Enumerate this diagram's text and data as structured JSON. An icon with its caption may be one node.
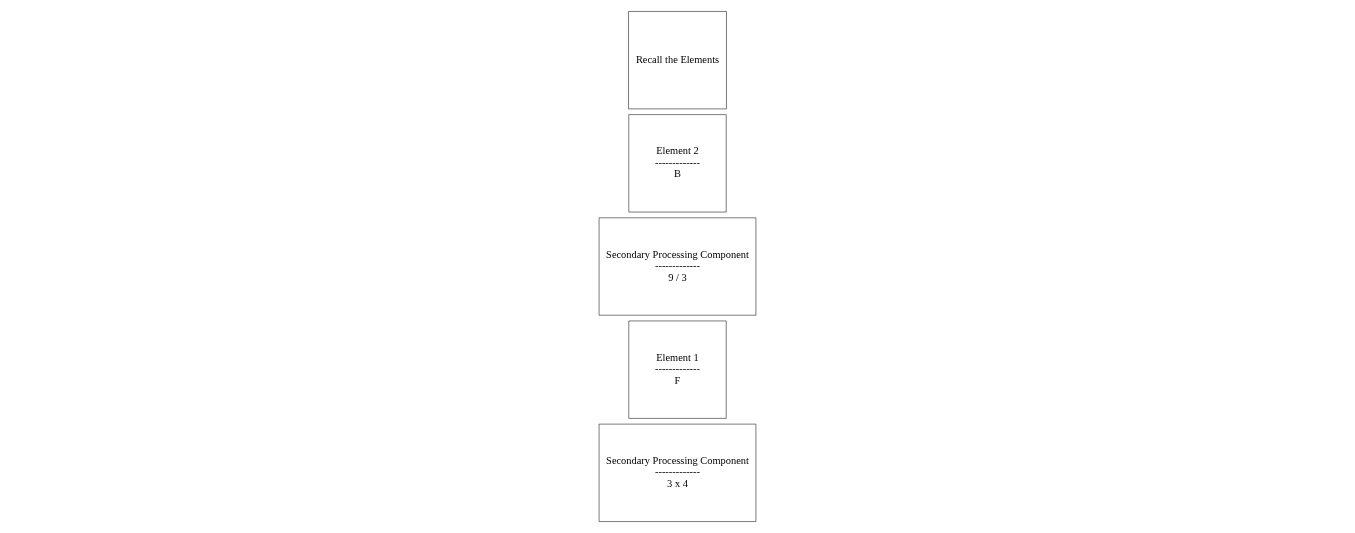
{
  "diagram": {
    "nodes": [
      {
        "text": [
          "Secondary Processing Component",
          "-------------",
          "3 x 4"
        ]
      },
      {
        "text": [
          "Element 1",
          "-------------",
          "F"
        ]
      },
      {
        "text": [
          "Secondary Processing Component",
          "-------------",
          "9 / 3"
        ]
      },
      {
        "text": [
          "Element 2",
          "-------------",
          "B"
        ]
      },
      {
        "text": [
          "Recall the Elements"
        ]
      }
    ]
  }
}
